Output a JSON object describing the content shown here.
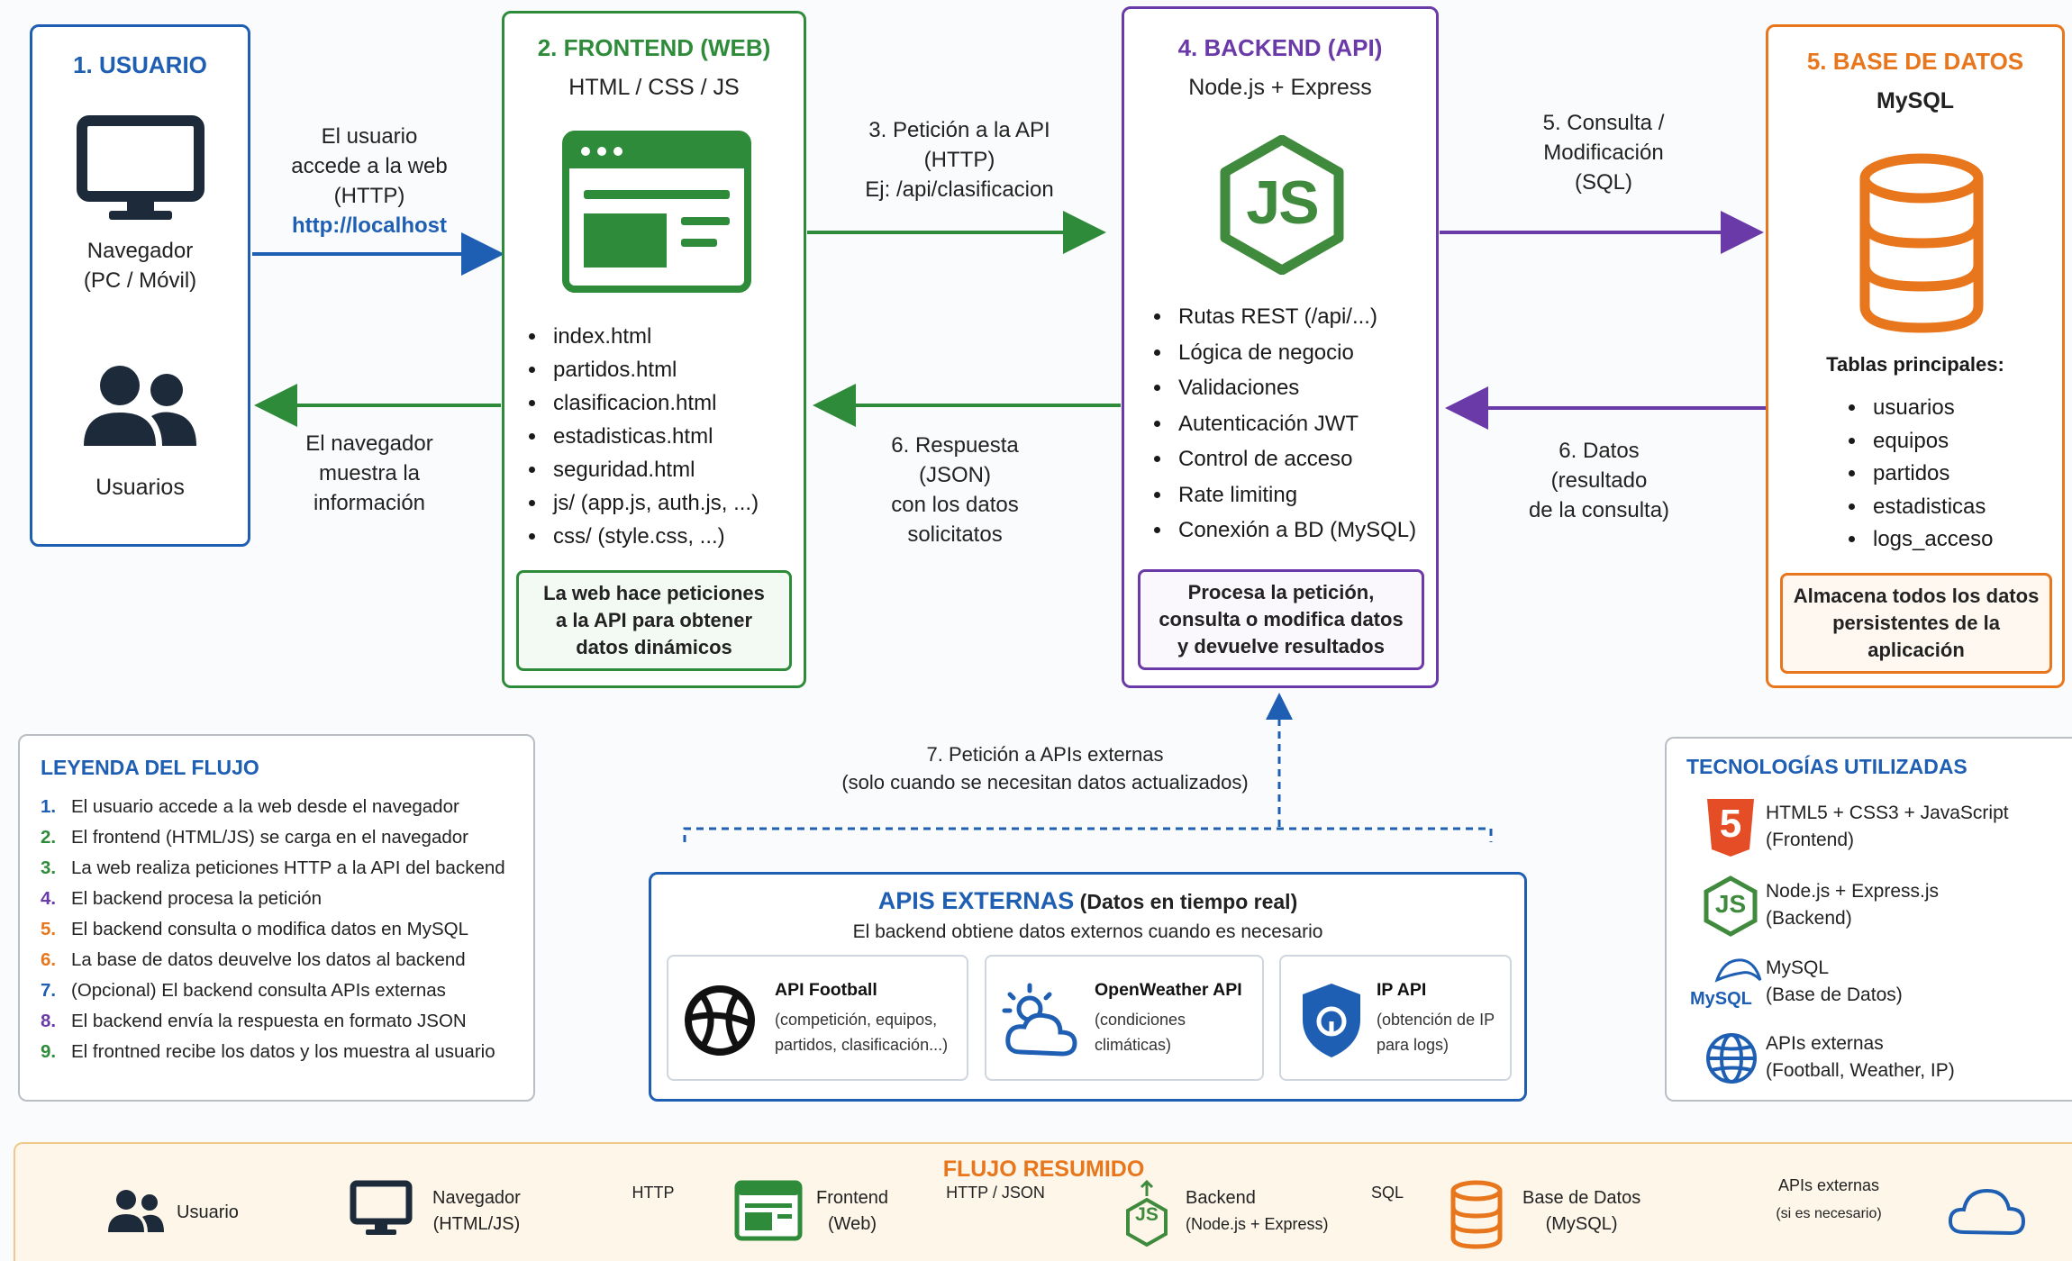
{
  "usuario": {
    "title": "1. USUARIO",
    "device_label_1": "Navegador",
    "device_label_2": "(PC / Móvil)",
    "users_label": "Usuarios"
  },
  "frontend": {
    "title": "2. FRONTEND (WEB)",
    "subtitle": "HTML / CSS / JS",
    "files": [
      "index.html",
      "partidos.html",
      "clasificacion.html",
      "estadisticas.html",
      "seguridad.html",
      "js/ (app.js, auth.js, ...)",
      "css/ (style.css, ...)"
    ],
    "note": [
      "La web hace peticiones",
      "a la API para obtener",
      "datos dinámicos"
    ]
  },
  "backend": {
    "title": "4. BACKEND (API)",
    "subtitle": "Node.js + Express",
    "logo_text": "JS",
    "features": [
      "Rutas REST (/api/...)",
      "Lógica de negocio",
      "Validaciones",
      "Autenticación JWT",
      "Control de acceso",
      "Rate limiting",
      "Conexión a BD (MySQL)"
    ],
    "note": [
      "Procesa la petición,",
      "consulta o modifica datos",
      "y devuelve resultados"
    ]
  },
  "database": {
    "title": "5. BASE DE DATOS",
    "subtitle": "MySQL",
    "tables_title": "Tablas principales:",
    "tables": [
      "usuarios",
      "equipos",
      "partidos",
      "estadisticas",
      "logs_acceso"
    ],
    "note": [
      "Almacena todos los datos",
      "persistentes de la",
      "aplicación"
    ]
  },
  "arrows": {
    "a1": [
      "El usuario",
      "accede a la web",
      "(HTTP)"
    ],
    "a1_link": "http://localhost",
    "a_back": [
      "El navegador",
      "muestra la",
      "información"
    ],
    "a3": [
      "3. Petición a la API",
      "(HTTP)",
      "Ej: /api/clasificacion"
    ],
    "a6": [
      "6. Respuesta",
      "(JSON)",
      "con los datos",
      "solicitatos"
    ],
    "a5": [
      "5. Consulta /",
      "Modificación",
      "(SQL)"
    ],
    "a6b": [
      "6. Datos",
      "(resultado",
      "de la consulta)"
    ],
    "a7": [
      "7. Petición a APIs externas",
      "(solo cuando se necesitan datos actualizados)"
    ]
  },
  "legend": {
    "title": "LEYENDA DEL FLUJO",
    "items": [
      {
        "n": "1.",
        "text": "El usuario accede a la web desde el navegador",
        "color": "#1f5fb3"
      },
      {
        "n": "2.",
        "text": "El frontend (HTML/JS) se carga en el navegador",
        "color": "#2e8b3a"
      },
      {
        "n": "3.",
        "text": "La web realiza peticiones HTTP a la API del backend",
        "color": "#2e8b3a"
      },
      {
        "n": "4.",
        "text": "El backend procesa la petición",
        "color": "#6a3aa8"
      },
      {
        "n": "5.",
        "text": "El backend consulta o modifica datos en MySQL",
        "color": "#e8761c"
      },
      {
        "n": "6.",
        "text": "La base de datos deuvelve los datos al backend",
        "color": "#e8761c"
      },
      {
        "n": "7.",
        "text": "(Opcional) El backend consulta APIs externas",
        "color": "#1f5fb3"
      },
      {
        "n": "8.",
        "text": "El backend envía la respuesta en formato JSON",
        "color": "#6a3aa8"
      },
      {
        "n": "9.",
        "text": "El frontned recibe los datos y los muestra al usuario",
        "color": "#2e8b3a"
      }
    ]
  },
  "apis": {
    "title": "APIS EXTERNAS",
    "title_suffix": " (Datos en tiempo real)",
    "subtitle": "El backend obtiene datos externos cuando es necesario",
    "cards": [
      {
        "name": "API Football",
        "desc": [
          "(competición, equipos,",
          "partidos, clasificación...)"
        ]
      },
      {
        "name": "OpenWeather API",
        "desc": [
          "(condiciones",
          "climáticas)"
        ]
      },
      {
        "name": "IP API",
        "desc": [
          "(obtención de IP",
          "para logs)"
        ]
      }
    ]
  },
  "tech": {
    "title": "TECNOLOGÍAS UTILIZADAS",
    "items": [
      {
        "line1": "HTML5 + CSS3 + JavaScript",
        "line2": "(Frontend)"
      },
      {
        "line1": "Node.js + Express.js",
        "line2": "(Backend)"
      },
      {
        "line1": "MySQL",
        "line2": "(Base de Datos)"
      },
      {
        "line1": "APIs externas",
        "line2": "(Football, Weather, IP)"
      }
    ],
    "mysql_logo": "MySQL",
    "html5_logo": "5",
    "js_logo": "JS"
  },
  "flow": {
    "title": "FLUJO RESUMIDO",
    "usuario": "Usuario",
    "navegador": [
      "Navegador",
      "(HTML/JS)"
    ],
    "http": "HTTP",
    "frontend": [
      "Frontend",
      "(Web)"
    ],
    "http_json": "HTTP / JSON",
    "backend": [
      "Backend",
      "(Node.js + Express)"
    ],
    "sql": "SQL",
    "db": [
      "Base de Datos",
      "(MySQL)"
    ],
    "ext": [
      "APIs externas",
      "(si es necesario)"
    ],
    "js_logo": "JS"
  },
  "colors": {
    "blue": "#1f5fb3",
    "green": "#2e8b3a",
    "purple": "#6a3aa8",
    "orange": "#e8761c",
    "flow_bg": "#fdf6e9"
  }
}
